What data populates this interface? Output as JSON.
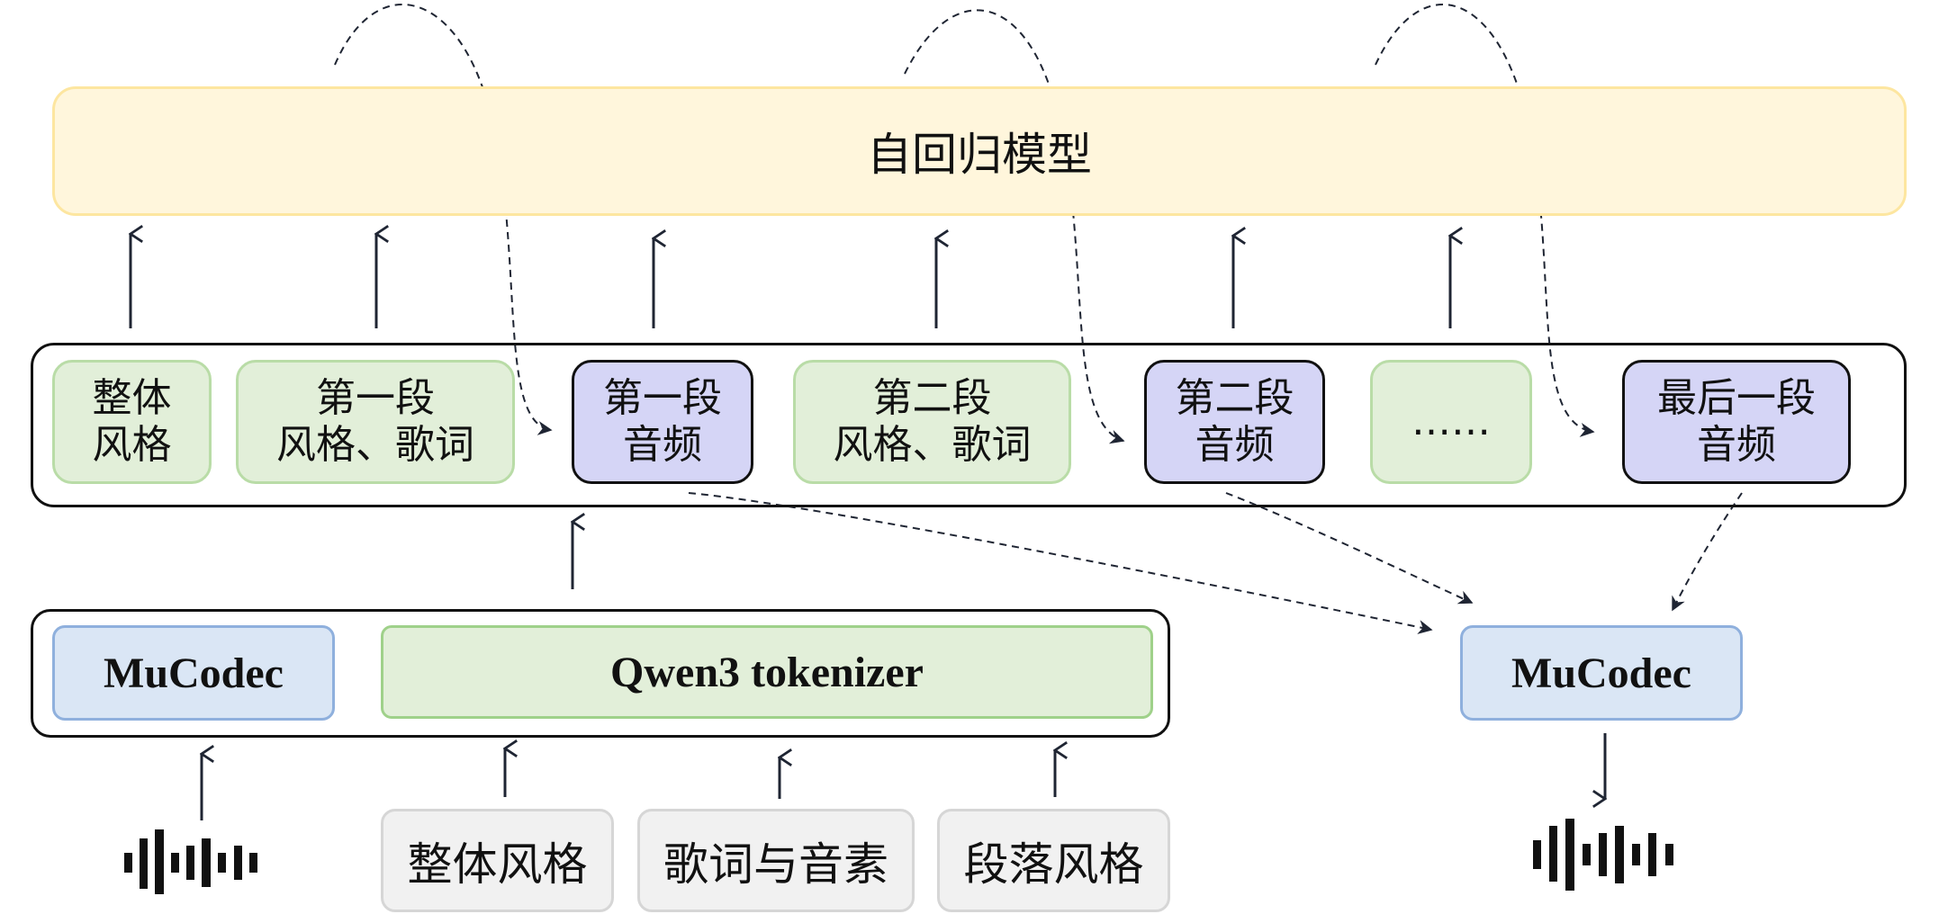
{
  "model": {
    "label": "自回归模型"
  },
  "sequence": [
    {
      "id": "seq-overall-style",
      "label": "整体\n风格",
      "kind": "text"
    },
    {
      "id": "seq-seg1-style",
      "label": "第一段\n风格、歌词",
      "kind": "text"
    },
    {
      "id": "seq-seg1-audio",
      "label": "第一段\n音频",
      "kind": "audio"
    },
    {
      "id": "seq-seg2-style",
      "label": "第二段\n风格、歌词",
      "kind": "text"
    },
    {
      "id": "seq-seg2-audio",
      "label": "第二段\n音频",
      "kind": "audio"
    },
    {
      "id": "seq-ellipsis",
      "label": "……",
      "kind": "text"
    },
    {
      "id": "seq-last-audio",
      "label": "最后一段\n音频",
      "kind": "audio"
    }
  ],
  "encoders": {
    "mucodec": "MuCodec",
    "tokenizer": "Qwen3 tokenizer"
  },
  "inputs": {
    "overall_style": "整体风格",
    "lyrics": "歌词与音素",
    "segment_style": "段落风格"
  },
  "decoder": {
    "label": "MuCodec"
  },
  "icons": {
    "input_audio": "waveform-icon",
    "output_audio": "waveform-icon"
  },
  "colors": {
    "model_fill": "#fff6dc",
    "text_token_fill": "#e2efd9",
    "audio_token_fill": "#d5d5f6",
    "codec_fill": "#dae6f5",
    "input_fill": "#f1f1f1",
    "stroke": "#1f2533"
  }
}
